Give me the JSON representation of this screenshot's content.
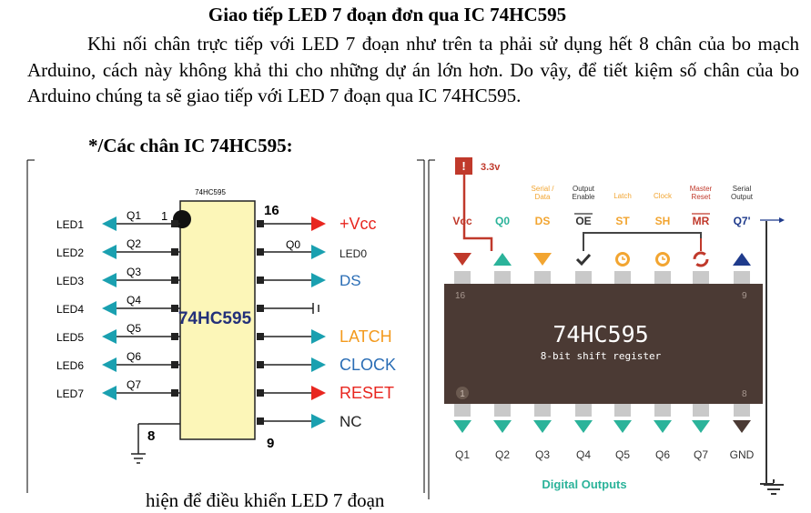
{
  "heading": "Giao tiếp LED 7 đoạn đơn qua IC 74HC595",
  "paragraph": "Khi nối chân trực tiếp với LED 7 đoạn như trên ta phải sử dụng hết 8 chân của bo mạch Arduino, cách này không khả thi cho những dự án lớn hơn. Do vậy, để tiết kiệm số chân của bo Arduino chúng ta sẽ giao tiếp với LED 7 đoạn qua IC 74HC595.",
  "subheading": "*/Các chân IC 74HC595:",
  "cut_text": "hiện để điều khiển LED 7 đoạn",
  "left_diagram": {
    "chip_top_label": "74HC595",
    "chip_name": "74HC595",
    "pin_top_left": "1",
    "pin_top_right": "16",
    "pin_bottom_left": "8",
    "pin_bottom_right": "9",
    "left_pins": [
      {
        "q": "Q1",
        "led": "LED1"
      },
      {
        "q": "Q2",
        "led": "LED2"
      },
      {
        "q": "Q3",
        "led": "LED3"
      },
      {
        "q": "Q4",
        "led": "LED4"
      },
      {
        "q": "Q5",
        "led": "LED5"
      },
      {
        "q": "Q6",
        "led": "LED6"
      },
      {
        "q": "Q7",
        "led": "LED7"
      }
    ],
    "right_pins": [
      {
        "label": "+Vcc",
        "q": "",
        "color": "#e8261f",
        "arrow": "#e8261f"
      },
      {
        "label": "LED0",
        "q": "Q0",
        "color": "#222222",
        "arrow": "#1aa0b0"
      },
      {
        "label": "DS",
        "q": "",
        "color": "#2a6db5",
        "arrow": "#1aa0b0"
      },
      {
        "label": "",
        "q": "",
        "color": "#222222",
        "arrow": "none"
      },
      {
        "label": "LATCH",
        "q": "",
        "color": "#f39a1e",
        "arrow": "#1aa0b0"
      },
      {
        "label": "CLOCK",
        "q": "",
        "color": "#2a6db5",
        "arrow": "#1aa0b0"
      },
      {
        "label": "RESET",
        "q": "",
        "color": "#e8261f",
        "arrow": "#e8261f"
      },
      {
        "label": "NC",
        "q": "",
        "color": "#222222",
        "arrow": "#1aa0b0"
      }
    ]
  },
  "right_diagram": {
    "supply_label": "3.3v",
    "supply_mark": "!",
    "chip_name": "74HC595",
    "chip_subtitle": "8-bit shift register",
    "pin16": "16",
    "pin9": "9",
    "pin1": "1",
    "pin8": "8",
    "top_pins": [
      {
        "name": "Vcc",
        "desc": "",
        "color": "#c0392b"
      },
      {
        "name": "Q0",
        "desc": "",
        "color": "#2bb39a"
      },
      {
        "name": "DS",
        "desc": "Serial / Data",
        "color": "#f2a531"
      },
      {
        "name": "OE",
        "desc": "Output Enable",
        "color": "#333333"
      },
      {
        "name": "ST",
        "desc": "Latch",
        "color": "#f2a531"
      },
      {
        "name": "SH",
        "desc": "Clock",
        "color": "#f2a531"
      },
      {
        "name": "MR",
        "desc": "Master Reset",
        "color": "#c0392b"
      },
      {
        "name": "Q7'",
        "desc": "Serial Output",
        "color": "#1f3b8c"
      }
    ],
    "bottom_pins": [
      "Q1",
      "Q2",
      "Q3",
      "Q4",
      "Q5",
      "Q6",
      "Q7",
      "GND"
    ],
    "footer": "Digital Outputs"
  }
}
